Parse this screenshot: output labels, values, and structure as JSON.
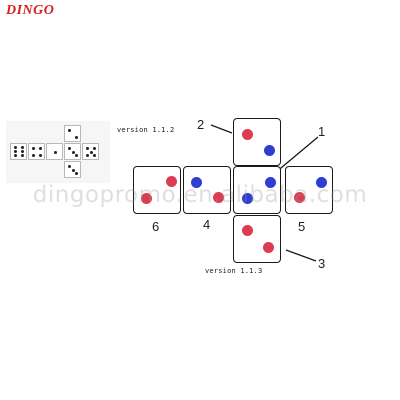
{
  "brand": "DINGO",
  "watermark": "dingopromo.en.alibaba.com",
  "reference": {
    "version": "version 1.1.2"
  },
  "net": {
    "version": "version 1.1.3",
    "face_numbers": {
      "six": "6",
      "four": "4",
      "five": "5"
    },
    "callouts": {
      "one": "1",
      "two": "2",
      "three": "3"
    }
  },
  "colors": {
    "red_dot": "#dc3c52",
    "blue_dot": "#2d3ed0",
    "brand": "#d21f1f"
  }
}
